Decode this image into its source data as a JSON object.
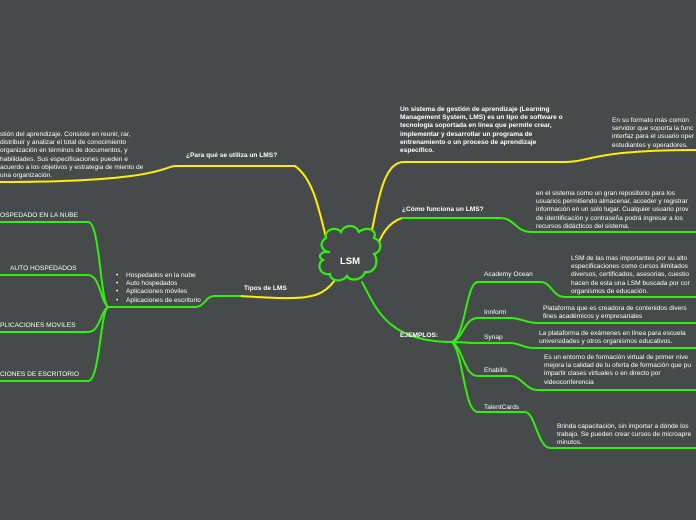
{
  "center": {
    "label": "LSM"
  },
  "topics": {
    "purpose": {
      "label": "¿Para qué se utiliza un LMS?",
      "text": "stión del aprendizaje. Consiste en reunir, rar, distribuir y analizar el total de conocimiento organización en términos de documentos, y habilidades. Sus especificaciones pueden e acuerdo a los objetivos y estrategia de miento de una organización."
    },
    "types": {
      "label": "Tipos de LMS",
      "items": [
        "Hospedados en la nube",
        "Auto hospedados",
        "Aplicaciones móviles",
        "Aplicaciones de escritorio"
      ],
      "leaves": [
        "OSPEDADO EN LA NUBE",
        "AUTO HOSPEDADOS",
        "PLICACIONES MOVILES",
        "CIONES DE ESCRITORIO"
      ]
    },
    "definition": {
      "text": "Un sistema de gestión de aprendizaje (Learning Management System, LMS) es un tipo de software o tecnología soportada en línea que permite crear, implementar y desarrollar un programa de entrenamiento o un proceso de aprendizaje específico.",
      "detail": "En su formato más común servidor que soporta la func interfaz para el usuario oper estudiantes y operadores."
    },
    "how": {
      "label": "¿Cómo funciona un LMS?",
      "text": "en el sistema como un gran repositorio para los usuarios permitiendo almacenar, acceder y registrar información en un solo lugar. Cualquier usuario prov de identificación y contraseña podrá ingresar a los recursos didácticos del sistema."
    },
    "examples": {
      "label": "EJEMPLOS:",
      "items": [
        {
          "name": "Academy Ocean",
          "text": "LSM de las mas importantes por su alto especificaciones como cursos ilimitados diversos, certificados, asesorias, cuestio hacen de esta una LSM buscada por cor organismos de educación."
        },
        {
          "name": "Innform",
          "text": "Plataforma que es creadora de contenidos divers fines académicos y empresariales"
        },
        {
          "name": "Synap",
          "text": "La plataforma de exámenes en línea para escuela universidades y otros organismos educativos."
        },
        {
          "name": "Ehabilis",
          "text": "Es un entorno de formación virtual de primer nive mejora la calidad de tu oferta de formación que pu impartir clases virtuales o en directo por videoconferencia"
        },
        {
          "name": "TalentCards",
          "text": "Brinda capacitación, sin importar a dónde los trabajo. Se pueden crear cursos de microapre minutos."
        }
      ]
    }
  },
  "colors": {
    "background": "#464a4a",
    "yellow": "#ffee00",
    "green": "#33ee11",
    "text": "#ffffff"
  }
}
